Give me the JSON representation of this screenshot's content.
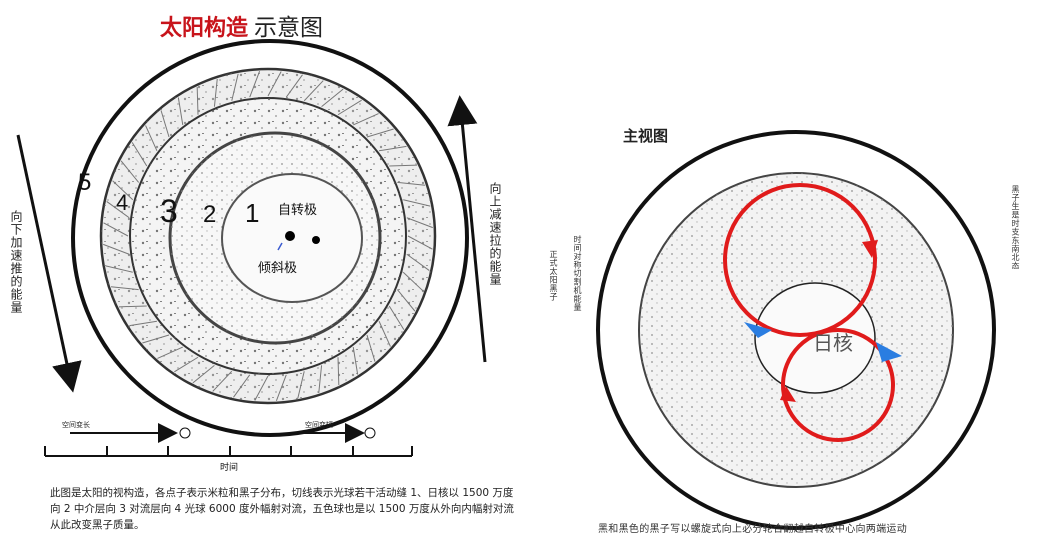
{
  "left": {
    "title_red": "太阳构造",
    "title_black": "示意图",
    "layers": [
      "1",
      "2",
      "3",
      "4",
      "5"
    ],
    "core_labels": {
      "rotation_pole": "自转极",
      "tilt_pole": "倾斜极"
    },
    "left_arrow_label": "向下加速推的能量",
    "right_arrow_label": "向上减速拉的能量",
    "timeline": {
      "axis_label": "时间",
      "arrow1_label": "空间变长",
      "arrow2_label": "空间变短"
    },
    "caption": "此图是太阳的视构造，各点子表示米粒和黑子分布，切线表示光球若干活动缝 1、日核以 1500 万度向 2 中介层向 3 对流层向 4 光球 6000 度外幅射对流，五色球也是以 1500 万度从外向内幅射对流从此改变黑子质量。"
  },
  "right": {
    "view_title": "主视图",
    "core_label": "日核",
    "left_side_text_1": "正式太阳黑子",
    "left_side_text_2": "时间对称切割机能量",
    "right_side_text": "黑子生是时支东南北态",
    "bottom_caption": "黑和黑色的黑子写以螺旋式向上必分轮合翻越自转极中心向两端运动",
    "colors": {
      "loop": "#e01b1b",
      "arrow_blue": "#2a7de1"
    }
  }
}
